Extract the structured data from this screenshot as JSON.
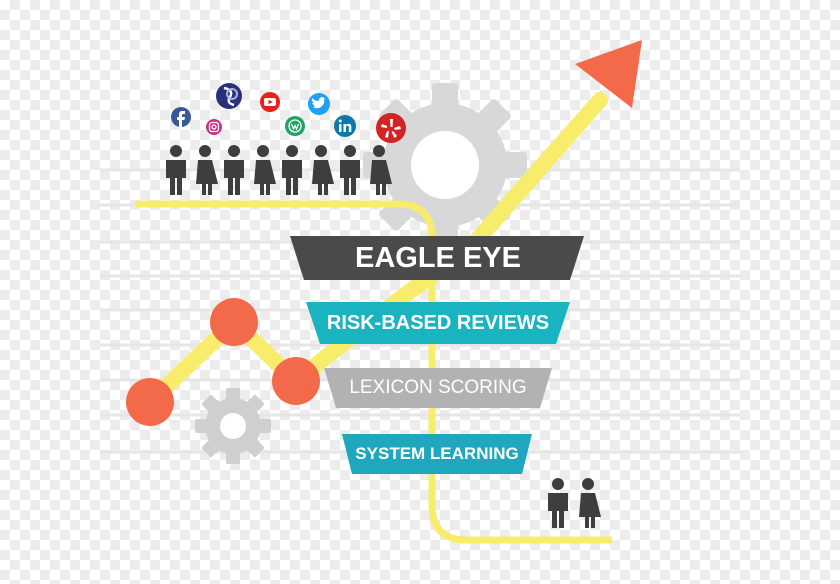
{
  "funnel": {
    "stages": [
      {
        "label": "EAGLE EYE",
        "color": "#4a4a4a"
      },
      {
        "label": "RISK-BASED REVIEWS",
        "color": "#1ab4c0"
      },
      {
        "label": "LEXICON SCORING",
        "color": "#b2b2b2"
      },
      {
        "label": "SYSTEM LEARNING",
        "color": "#1fa8bd"
      }
    ]
  },
  "social_icons": [
    {
      "name": "facebook-icon",
      "color": "#3b5998"
    },
    {
      "name": "instagram-icon",
      "color": "#c13584"
    },
    {
      "name": "sprout-icon",
      "color": "#2c2f7a"
    },
    {
      "name": "youtube-icon",
      "color": "#e62117"
    },
    {
      "name": "wordpress-icon",
      "color": "#21a366"
    },
    {
      "name": "twitter-icon",
      "color": "#1da1f2"
    },
    {
      "name": "linkedin-icon",
      "color": "#0e76a8"
    },
    {
      "name": "yelp-icon",
      "color": "#d32323"
    }
  ],
  "colors": {
    "arrow_line": "#f8ec6b",
    "arrow_head": "#f26a4a",
    "data_dots": "#f26a4a",
    "gear": "#d8d8d8",
    "people": "#3e3e3e",
    "guide_lines": "#e6e6e6"
  }
}
